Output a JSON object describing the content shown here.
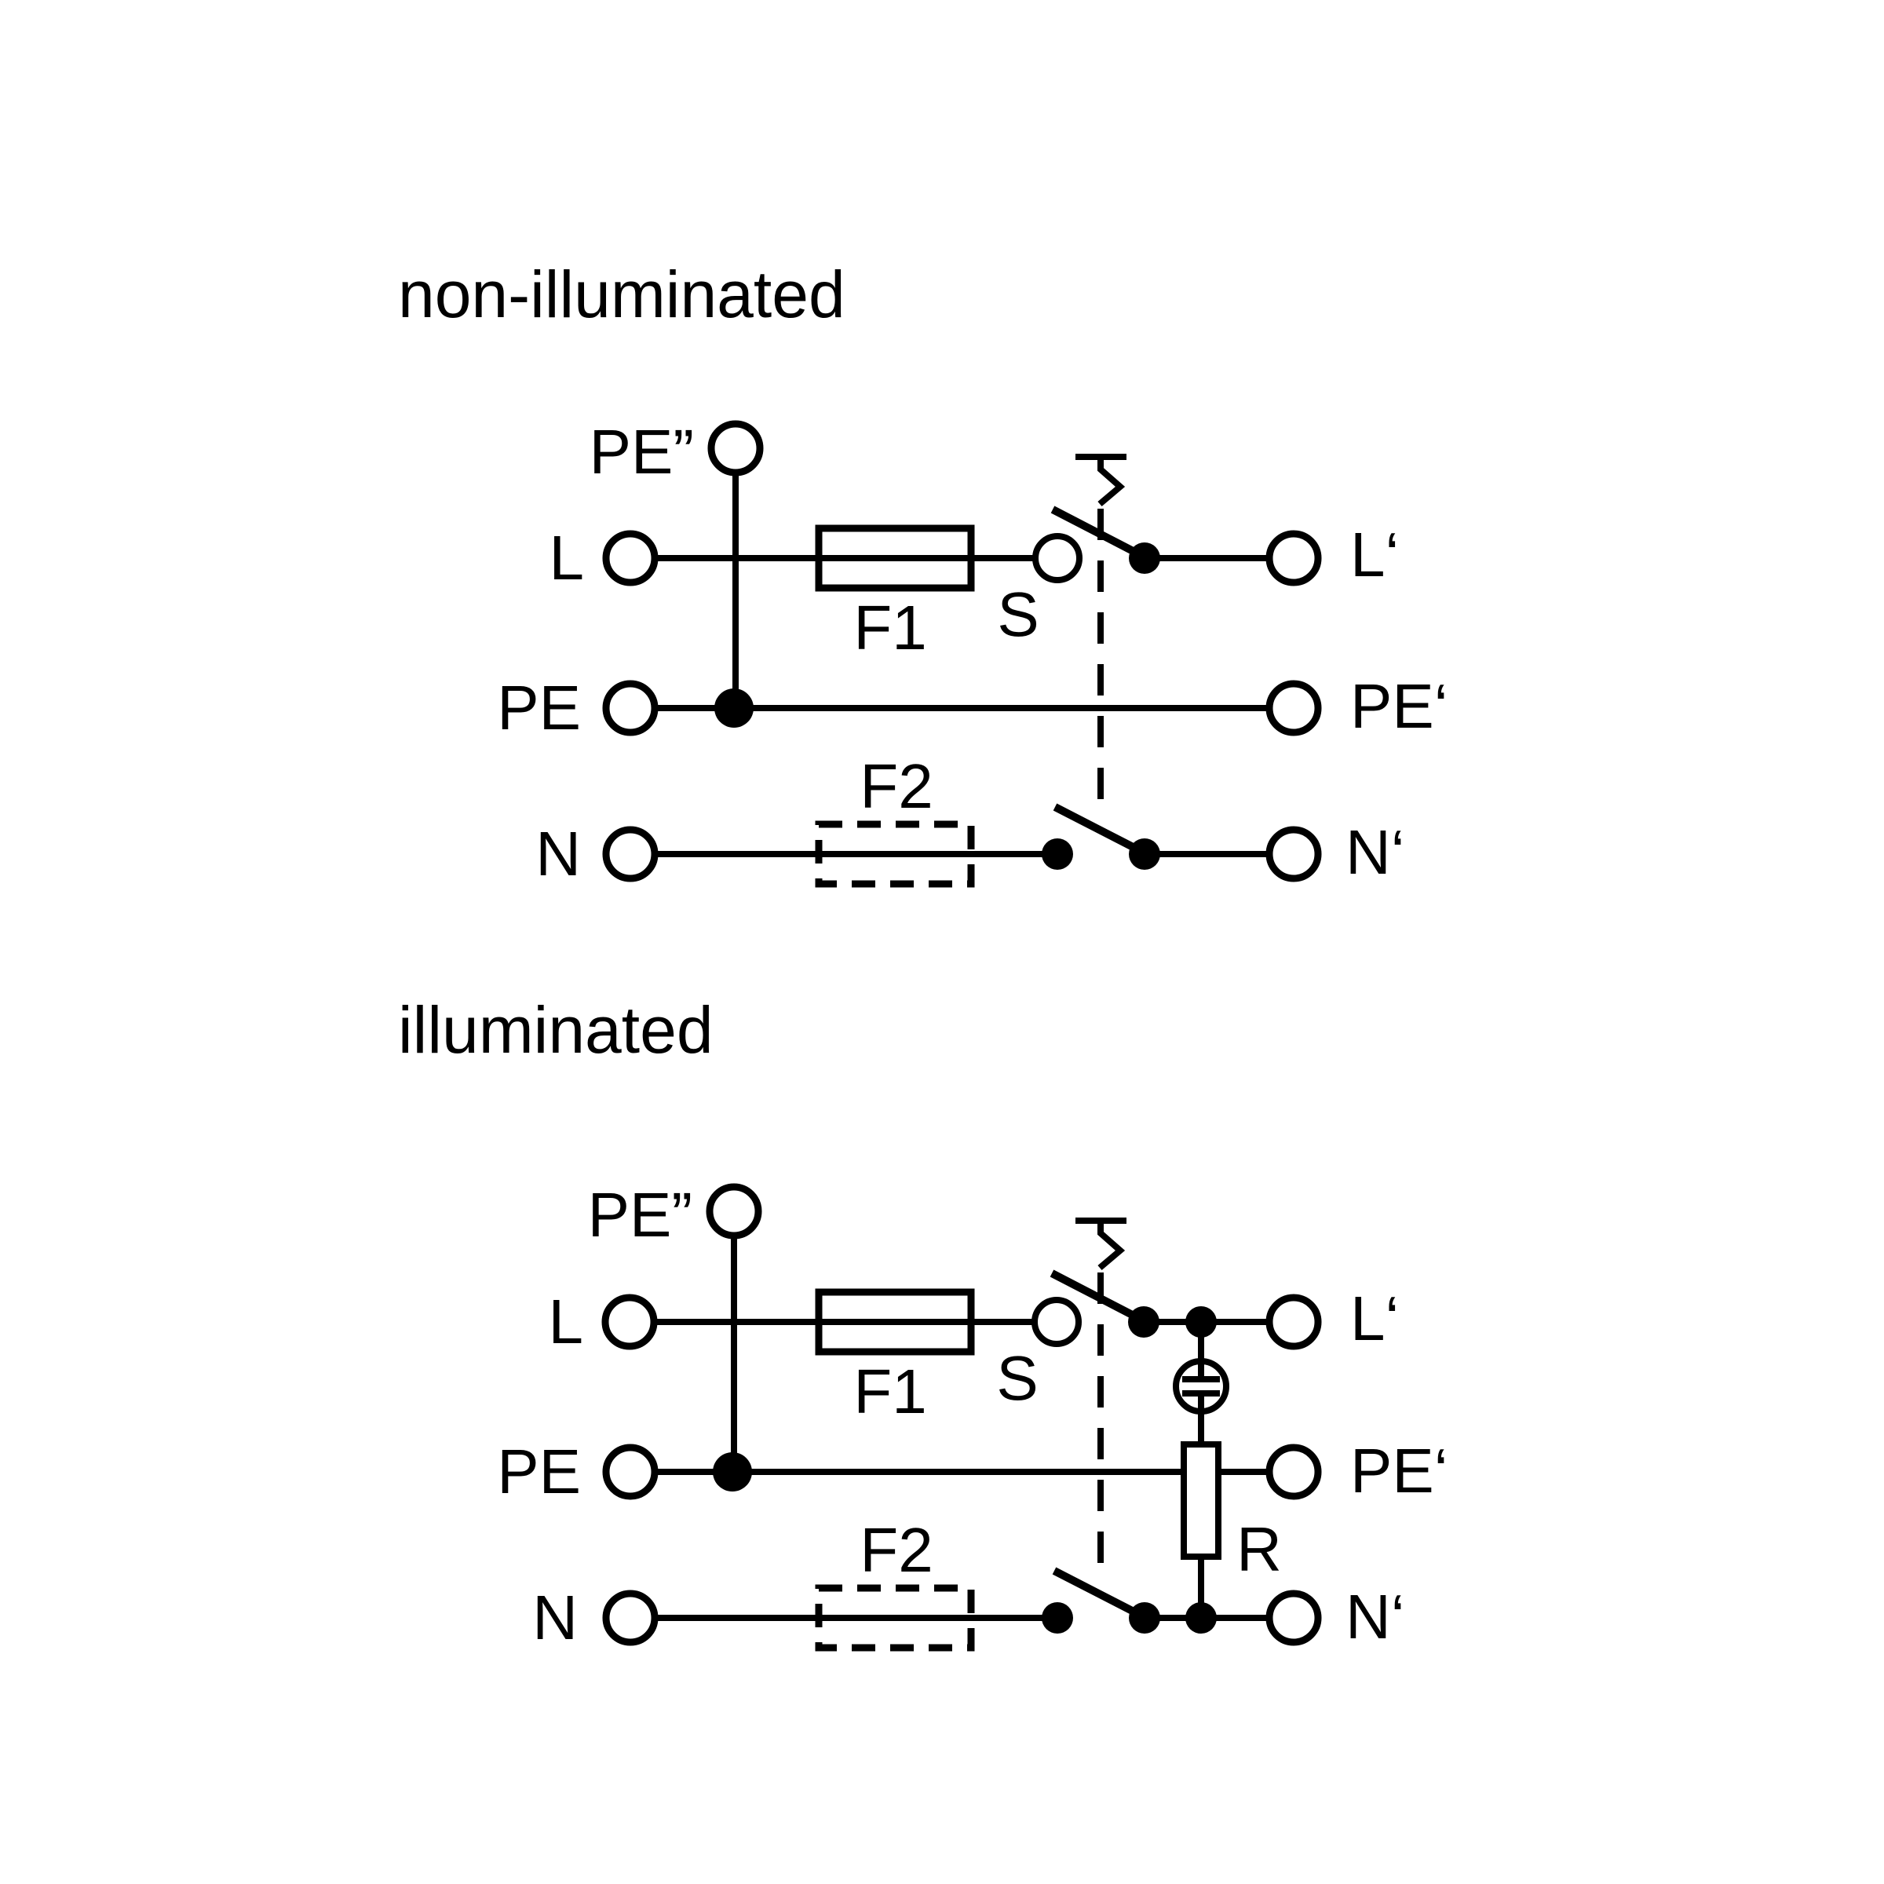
{
  "page": {
    "background": "#ffffff",
    "line_color": "#000000"
  },
  "symbols": {
    "terminal": "open-circle-terminal-icon",
    "junction": "filled-dot-junction-icon",
    "fuse_line": "fuse-box-icon",
    "fuse_neutral_optional": "dashed-fuse-box-icon",
    "switch_contact": "open-switch-blade-icon",
    "mechanical_linkage": "dashed-link-line-icon",
    "actuator": "latching-actuator-icon",
    "lamp": "neon-lamp-icon",
    "resistor": "resistor-box-icon"
  },
  "diagrams": [
    {
      "title": "non-illuminated",
      "labels": {
        "protective_earth_aux": "PE”",
        "line_in": "L",
        "protective_earth_in": "PE",
        "neutral_in": "N",
        "line_out": "L‘",
        "protective_earth_out": "PE‘",
        "neutral_out": "N‘",
        "line_fuse": "F1",
        "neutral_fuse": "F2",
        "switch": "S"
      }
    },
    {
      "title": "illuminated",
      "labels": {
        "protective_earth_aux": "PE”",
        "line_in": "L",
        "protective_earth_in": "PE",
        "neutral_in": "N",
        "line_out": "L‘",
        "protective_earth_out": "PE‘",
        "neutral_out": "N‘",
        "line_fuse": "F1",
        "neutral_fuse": "F2",
        "switch": "S",
        "resistor": "R"
      }
    }
  ]
}
